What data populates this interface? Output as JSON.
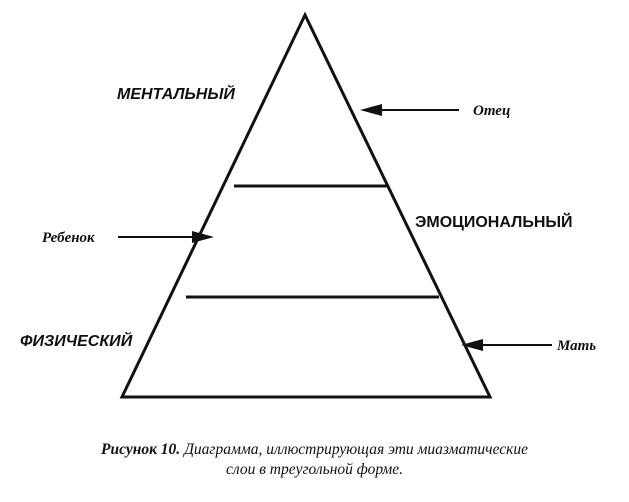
{
  "diagram": {
    "layers": [
      {
        "id": "mental",
        "label": "МЕНТАЛЬНЫЙ"
      },
      {
        "id": "emotional",
        "label": "ЭМОЦИОНАЛЬНЫЙ"
      },
      {
        "id": "physical",
        "label": "ФИЗИЧЕСКИЙ"
      }
    ],
    "arrows": [
      {
        "id": "father",
        "label": "Отец"
      },
      {
        "id": "child",
        "label": "Ребенок"
      },
      {
        "id": "mother",
        "label": "Мать"
      }
    ],
    "colors": {
      "ink": "#111111",
      "background": "#ffffff"
    }
  },
  "caption": {
    "figure_number": "Рисунок 10.",
    "line1": "Диаграмма, иллюстрирующая эти миазматические",
    "line2": "слои в треугольной форме."
  }
}
